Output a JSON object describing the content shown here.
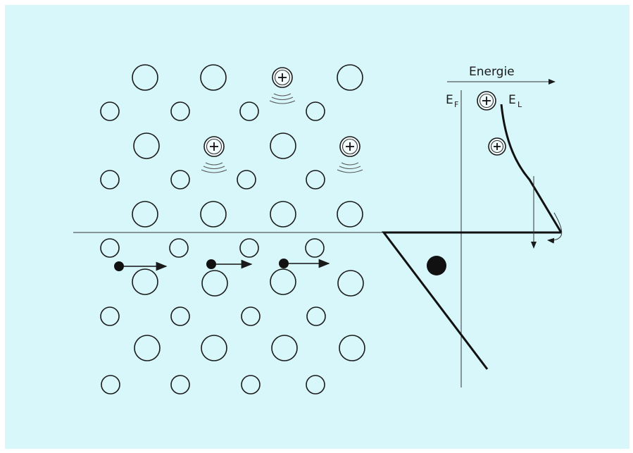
{
  "diagram": {
    "energy_axis_label": "Energie",
    "fermi_label": "E",
    "fermi_sub": "F",
    "level_label": "E",
    "level_sub": "L"
  },
  "colors": {
    "background": "#d8f7fb",
    "ink": "#1a1a1a"
  },
  "icons": {
    "ion": "positive-ion-icon",
    "electron": "electron-dot-icon",
    "hole": "filled-dot-icon"
  }
}
